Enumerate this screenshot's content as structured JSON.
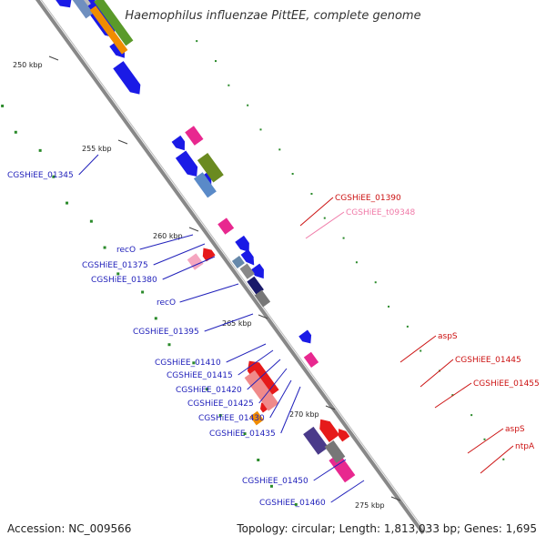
{
  "title": "Haemophilus influenzae PittEE, complete genome",
  "accession": "Accession: NC_009566",
  "summary": "Topology: circular; Length: 1,813,033 bp; Genes: 1,695",
  "ticks": [
    {
      "label": "250 kbp"
    },
    {
      "label": "255 kbp"
    },
    {
      "label": "260 kbp"
    },
    {
      "label": "265 kbp"
    },
    {
      "label": "270 kbp"
    },
    {
      "label": "275 kbp"
    }
  ],
  "gene_labels_left": [
    "CGSHiEE_01345",
    "recO",
    "CGSHiEE_01375",
    "CGSHiEE_01380",
    "recO",
    "CGSHiEE_01395",
    "CGSHiEE_01410",
    "CGSHiEE_01415",
    "CGSHiEE_01420",
    "CGSHiEE_01425",
    "CGSHiEE_01430",
    "CGSHiEE_01435",
    "CGSHiEE_01450",
    "CGSHiEE_01460"
  ],
  "gene_labels_right": [
    "CGSHiEE_01390",
    "CGSHiEE_t09348",
    "aspS",
    "CGSHiEE_01445",
    "CGSHiEE_01455",
    "aspS",
    "ntpA"
  ],
  "colors": {
    "backbone": "#888888",
    "forward_cds": "#1a1ae6",
    "reverse_cds": "#e61a1a",
    "trna": "#f5a6c0",
    "cog_green": "#5a9a2a",
    "cog_orange": "#f08c00",
    "cog_pink": "#e8288f",
    "gc_skew": "#2a8a2a",
    "label_blue": "#2222bb",
    "label_red": "#cc1111",
    "label_pink": "#f07aa8"
  }
}
